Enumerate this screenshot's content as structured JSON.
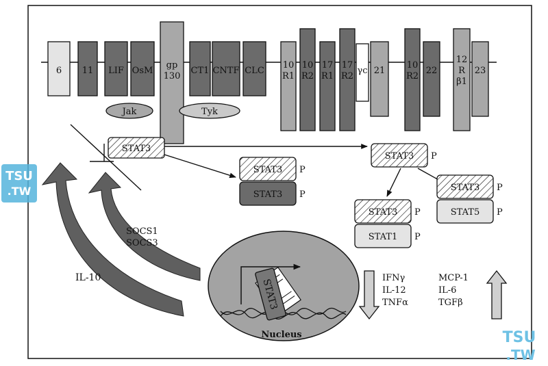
{
  "receptors": [
    {
      "id": "r6",
      "label": [
        "6"
      ],
      "shade": "light"
    },
    {
      "id": "r11",
      "label": [
        "11"
      ],
      "shade": "dark"
    },
    {
      "id": "rlif",
      "label": [
        "LIF"
      ],
      "shade": "dark"
    },
    {
      "id": "rosm",
      "label": [
        "OsM"
      ],
      "shade": "dark"
    },
    {
      "id": "rgp130",
      "label": [
        "gp",
        "130"
      ],
      "shade": "mid"
    },
    {
      "id": "rct1",
      "label": [
        "CT1"
      ],
      "shade": "dark"
    },
    {
      "id": "rcntf",
      "label": [
        "CNTF"
      ],
      "shade": "dark"
    },
    {
      "id": "rclc",
      "label": [
        "CLC"
      ],
      "shade": "dark"
    },
    {
      "id": "r10r1",
      "label": [
        "10",
        "R1"
      ],
      "shade": "mid"
    },
    {
      "id": "r10r2a",
      "label": [
        "10",
        "R2"
      ],
      "shade": "dark"
    },
    {
      "id": "r17r1",
      "label": [
        "17",
        "R1"
      ],
      "shade": "dark"
    },
    {
      "id": "r17r2",
      "label": [
        "17",
        "R2"
      ],
      "shade": "dark"
    },
    {
      "id": "rgc",
      "label": [
        "γc"
      ],
      "shade": "white"
    },
    {
      "id": "r21",
      "label": [
        "21"
      ],
      "shade": "mid"
    },
    {
      "id": "r10r2b",
      "label": [
        "10",
        "R2"
      ],
      "shade": "dark"
    },
    {
      "id": "r22",
      "label": [
        "22"
      ],
      "shade": "dark"
    },
    {
      "id": "r12rb1",
      "label": [
        "12",
        "R",
        "β1"
      ],
      "shade": "mid"
    },
    {
      "id": "r23",
      "label": [
        "23"
      ],
      "shade": "mid"
    }
  ],
  "kinases": {
    "jak": "Jak",
    "tyk": "Tyk"
  },
  "stat_origin": "STAT3",
  "dimers": {
    "center": {
      "top": "STAT3",
      "bottom": "STAT3",
      "p_top": "P",
      "p_bottom": "P"
    },
    "right_single": {
      "label": "STAT3",
      "p": "P"
    },
    "stat1": {
      "top": "STAT3",
      "bottom": "STAT1",
      "p_top": "P",
      "p_bottom": "P"
    },
    "stat5": {
      "top": "STAT3",
      "bottom": "STAT5",
      "p_top": "P",
      "p_bottom": "P"
    }
  },
  "socs": [
    "SOCS1",
    "SOCS3"
  ],
  "il10": "IL-10",
  "nucleus": {
    "label": "Nucleus",
    "stat": "STAT3"
  },
  "down_genes": [
    "IFNγ",
    "IL-12",
    "TNFα"
  ],
  "up_genes": [
    "MCP-1",
    "IL-6",
    "TGFβ"
  ],
  "watermarks": [
    "TSU",
    ".TW"
  ],
  "colors": {
    "light": "#e4e4e4",
    "mid": "#a8a8a8",
    "dark": "#6b6b6b",
    "white": "#ffffff",
    "nucleus": "#a3a3a3",
    "arrow": "#5f5f5f"
  }
}
